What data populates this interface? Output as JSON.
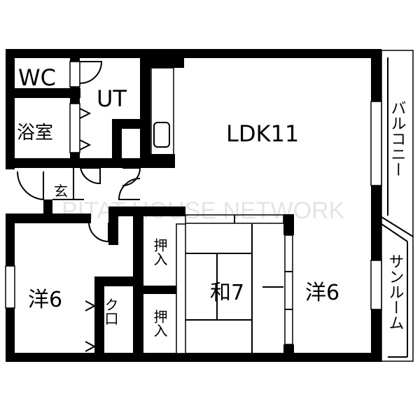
{
  "rooms": {
    "wc": "WC",
    "ut": "UT",
    "bath": "浴室",
    "ldk": "LDK11",
    "entrance": "玄",
    "western_left": "洋6",
    "closet": "ク口",
    "oshiire_top": "押入",
    "oshiire_bottom": "押入",
    "japanese": "和7",
    "western_right": "洋6",
    "balcony": "バルコニー",
    "sunroom": "サンルーム"
  },
  "watermark": "PITAT HOUSE NETWORK"
}
